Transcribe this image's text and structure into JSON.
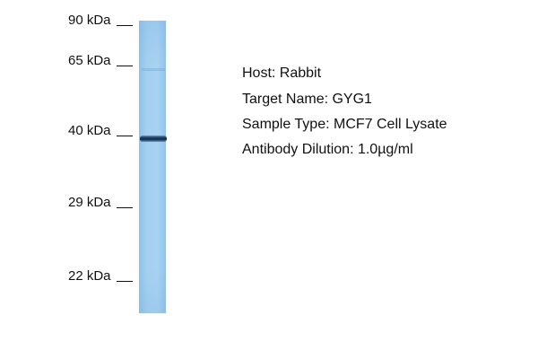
{
  "markers": [
    {
      "label": "90 kDa"
    },
    {
      "label": "65 kDa"
    },
    {
      "label": "40 kDa"
    },
    {
      "label": "29 kDa"
    },
    {
      "label": "22 kDa"
    }
  ],
  "info": {
    "host": "Host: Rabbit",
    "target": "Target Name: GYG1",
    "sample": "Sample Type: MCF7 Cell Lysate",
    "dilution": "Antibody Dilution: 1.0µg/ml"
  },
  "colors": {
    "lane": "#a4d0f0",
    "band": "#15375f",
    "text": "#111111"
  }
}
